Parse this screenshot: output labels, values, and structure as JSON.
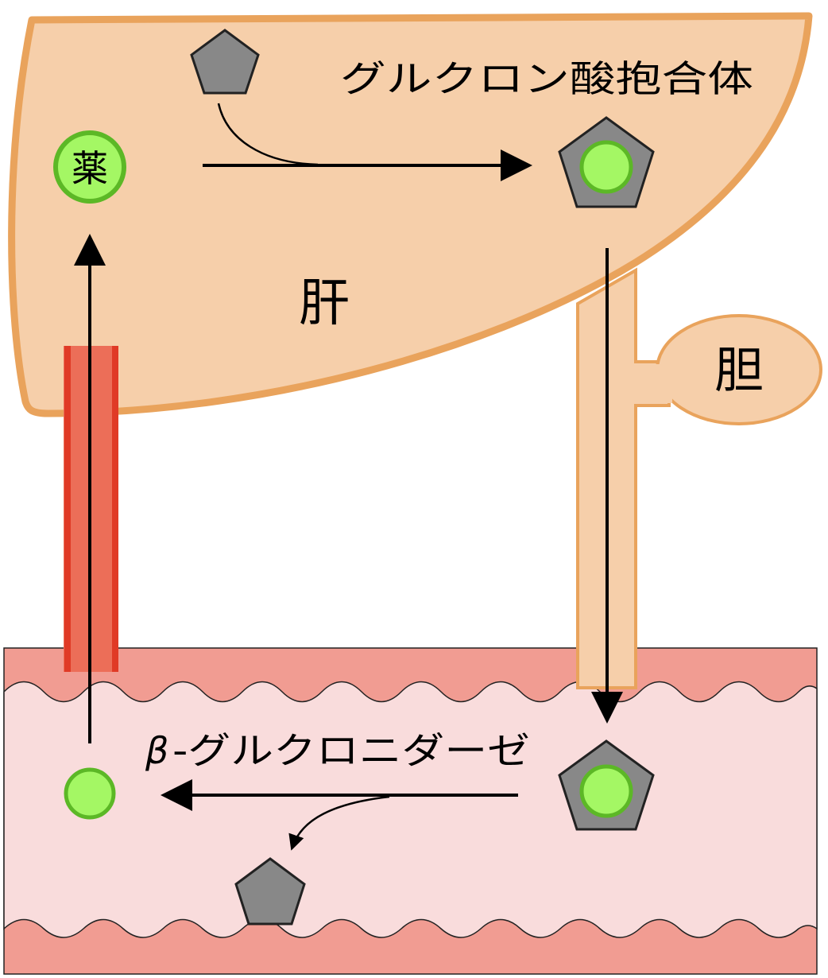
{
  "labels": {
    "drug": "薬",
    "liver": "肝",
    "gallbladder": "胆",
    "glucuronide": "グルクロン酸抱合体",
    "beta_symbol": "β",
    "enzyme": "-グルクロニダーゼ"
  },
  "colors": {
    "liver_fill": "#f6cfaa",
    "liver_stroke": "#e9a35c",
    "intestine_wall": "#f19c92",
    "intestine_lumen": "#f9dcdc",
    "vessel_fill": "#ec6e58",
    "vessel_stroke": "#e03a26",
    "drug_fill": "#a4f764",
    "drug_stroke": "#5cb826",
    "pentagon_fill": "#888888",
    "pentagon_stroke": "#222222",
    "arrow": "#000000"
  }
}
